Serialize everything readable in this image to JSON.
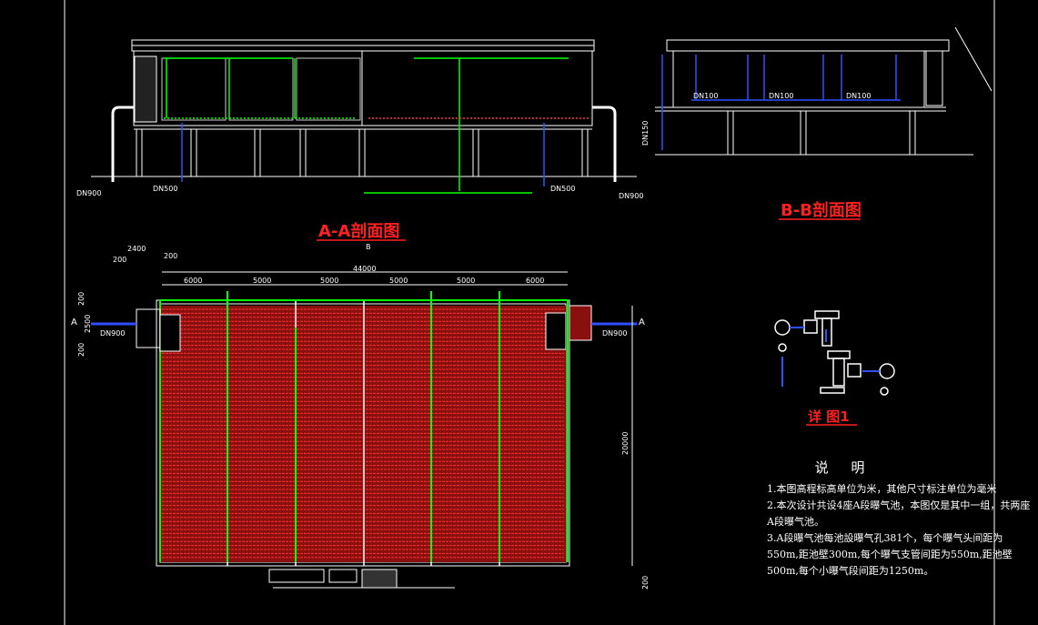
{
  "titles": {
    "section_aa": "A-A剖面图",
    "section_bb": "B-B剖面图",
    "detail1": "详 图1"
  },
  "plan": {
    "total_width": "44000",
    "bay_dims": [
      "6000",
      "5000",
      "5000",
      "5000",
      "5000",
      "6000"
    ],
    "left_dims": [
      "2400",
      "200",
      "200"
    ],
    "height_dim": "20000",
    "bottom_dim": "200",
    "side_dims": [
      "200",
      "2500",
      "200"
    ],
    "inlet_left": "DN900",
    "inlet_right": "DN900",
    "marker_a": "A",
    "marker_b": "B"
  },
  "section_aa": {
    "pipe_labels": [
      "DN900",
      "DN500",
      "DN500",
      "DN900"
    ]
  },
  "section_bb": {
    "pipe_labels": [
      "DN100",
      "DN100",
      "DN100",
      "DN150"
    ]
  },
  "notes": {
    "heading": "说 明",
    "items": [
      "1.本图高程标高单位为米，其他尺寸标注单位为毫米",
      "2.本次设计共设4座A段曝气池，本图仅是其中一组，共两座A段曝气池。",
      "3.A段曝气池每池設曝气孔381个，每个曝气头间距为550m,距池壁300m,每个曝气支管间距为550m,距池壁500m,每个小曝气段间距为1250m。"
    ]
  },
  "colors": {
    "background": "#000000",
    "line": "#ffffff",
    "pipe_green": "#00ff00",
    "pipe_blue": "#3050ff",
    "diffuser_red": "#ff2020",
    "title_red": "#ff2020"
  }
}
